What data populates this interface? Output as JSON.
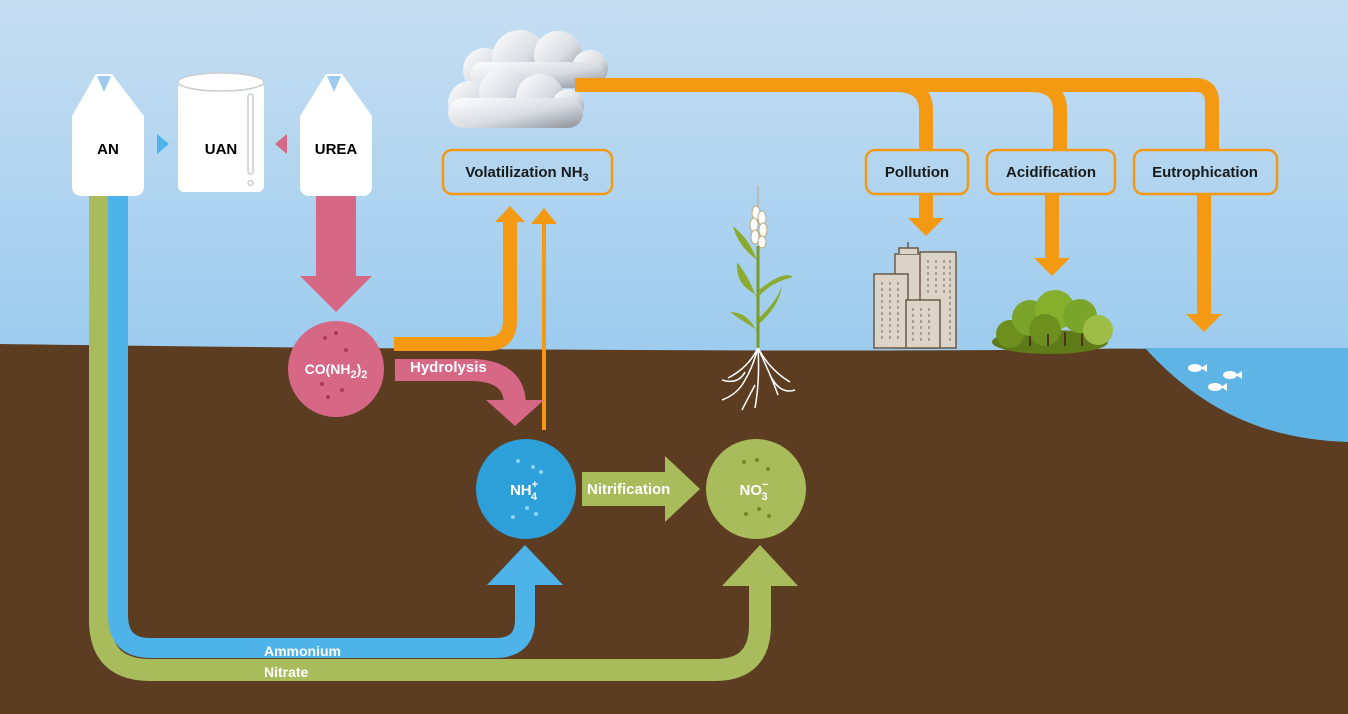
{
  "fertilizers": {
    "an": "AN",
    "uan": "UAN",
    "urea": "UREA"
  },
  "compounds": {
    "urea": {
      "main": "CO(NH",
      "sub1": "2",
      "close": ")",
      "sub2": "2"
    },
    "ammonium": {
      "main": "NH",
      "sup": "+",
      "sub": "4"
    },
    "nitrate": {
      "main": "NO",
      "sup": "−",
      "sub": "3"
    }
  },
  "processes": {
    "hydrolysis": "Hydrolysis",
    "nitrification": "Nitrification",
    "volatilization": {
      "main": "Volatilization NH",
      "sub": "3"
    }
  },
  "impacts": {
    "pollution": "Pollution",
    "acidification": "Acidification",
    "eutrophication": "Eutrophication"
  },
  "flows": {
    "ammonium": "Ammonium",
    "nitrate": "Nitrate"
  },
  "colors": {
    "sky_top": "#c6def2",
    "sky_bottom": "#9ccbee",
    "soil": "#5d3d22",
    "water": "#5fb4e6",
    "urea_pink": "#d66785",
    "ammonium_blue": "#4db3e8",
    "nitrate_green": "#a8bc5c",
    "volatilization_orange": "#f39a12",
    "bag_white": "#ffffff"
  }
}
